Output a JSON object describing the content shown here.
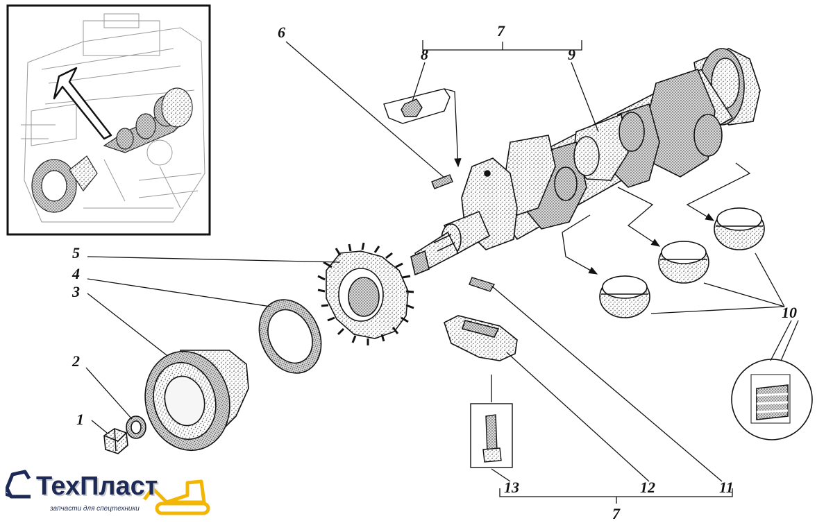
{
  "callouts": {
    "c1": "1",
    "c2": "2",
    "c3": "3",
    "c4": "4",
    "c5": "5",
    "c6": "6",
    "c7_top": "7",
    "c8": "8",
    "c9": "9",
    "c10": "10",
    "c11": "11",
    "c12": "12",
    "c13": "13",
    "c7_bottom": "7"
  },
  "logo": {
    "title": "ТехПласт",
    "subtitle": "запчасти для спецтехники"
  },
  "colors": {
    "ink": "#111111",
    "logo_text": "#1d2a55",
    "logo_accent": "#f2b705"
  }
}
